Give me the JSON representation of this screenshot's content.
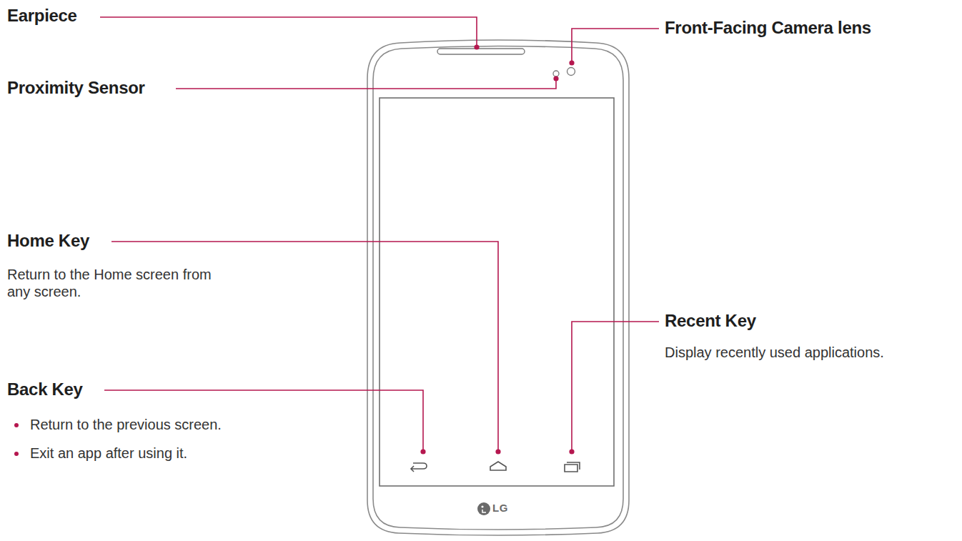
{
  "diagram": {
    "labels": [
      "Earpiece",
      "Proximity Sensor",
      "Front-Facing Camera lens",
      "Home Key",
      "Return to the Home screen from any screen.",
      "Back Key",
      "Return to the previous screen.",
      "Exit an app after using it.",
      "Recent Key",
      "Display recently used applications.",
      "LG"
    ]
  }
}
